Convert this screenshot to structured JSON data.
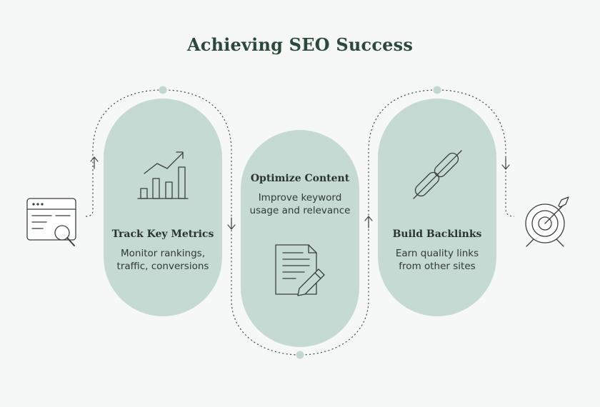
{
  "title": "Achieving SEO Success",
  "steps": [
    {
      "title": "Track Key Metrics",
      "desc_line1": "Monitor rankings,",
      "desc_line2": "traffic, conversions",
      "icon": "bar-chart-icon"
    },
    {
      "title": "Optimize Content",
      "desc_line1": "Improve keyword",
      "desc_line2": "usage and relevance",
      "icon": "document-pencil-icon"
    },
    {
      "title": "Build Backlinks",
      "desc_line1": "Earn quality links",
      "desc_line2": "from other sites",
      "icon": "chain-link-icon"
    }
  ],
  "start_icon": "browser-search-icon",
  "end_icon": "target-arrow-icon",
  "colors": {
    "pill": "#c4dad2",
    "pill_dot": "#c1d8cf",
    "title": "#2c4a3c",
    "line": "#4a4f4d",
    "background": "#f6f8f7"
  }
}
